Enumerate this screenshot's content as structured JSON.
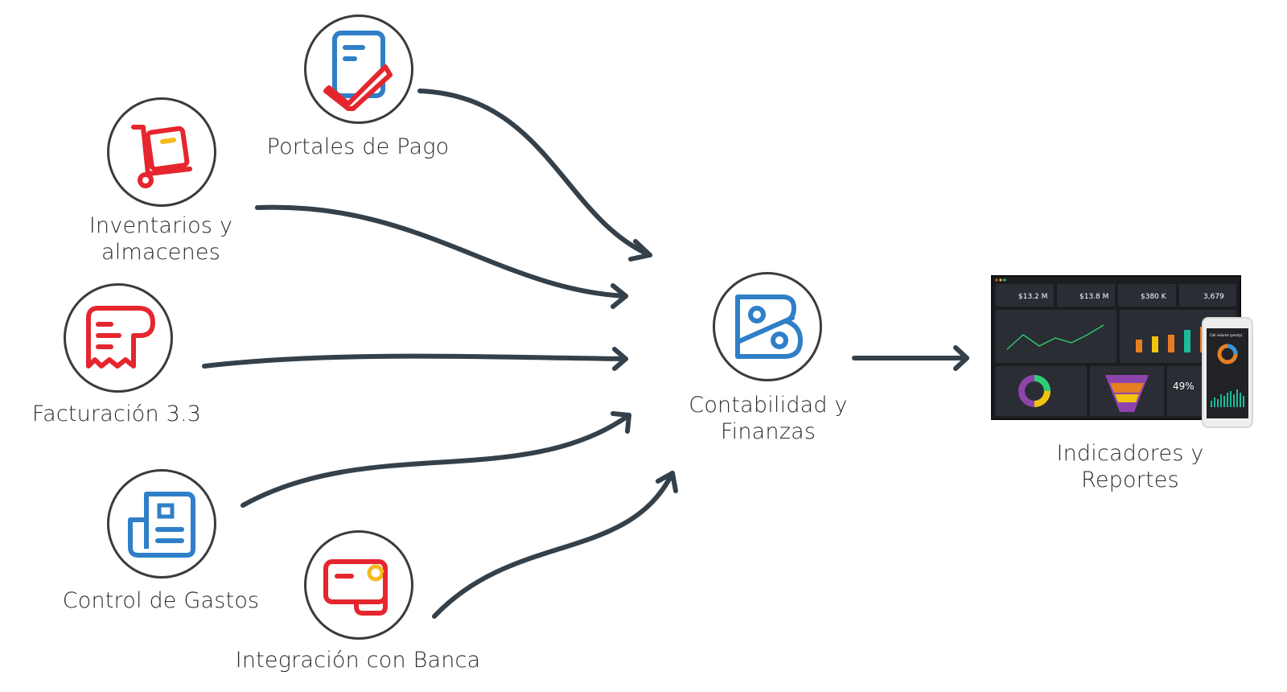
{
  "diagram": {
    "nodes": [
      {
        "id": "portales",
        "label": "Portales de Pago",
        "icon": "document-check-icon"
      },
      {
        "id": "inventarios",
        "label_lines": [
          "Inventarios y",
          "almacenes"
        ],
        "icon": "hand-truck-icon"
      },
      {
        "id": "facturacion",
        "label": "Facturación 3.3",
        "icon": "receipt-scroll-icon"
      },
      {
        "id": "gastos",
        "label": "Control de Gastos",
        "icon": "newspaper-icon"
      },
      {
        "id": "banca",
        "label": "Integración con Banca",
        "icon": "bank-card-icon"
      },
      {
        "id": "contabilidad",
        "label_lines": [
          "Contabilidad y",
          "Finanzas"
        ],
        "icon": "books-logo-icon"
      },
      {
        "id": "indicadores",
        "label_lines": [
          "Indicadores y",
          "Reportes"
        ],
        "icon": "dashboard-screenshot"
      }
    ],
    "edges": [
      {
        "from": "portales",
        "to": "contabilidad"
      },
      {
        "from": "inventarios",
        "to": "contabilidad"
      },
      {
        "from": "facturacion",
        "to": "contabilidad"
      },
      {
        "from": "gastos",
        "to": "contabilidad"
      },
      {
        "from": "banca",
        "to": "contabilidad"
      },
      {
        "from": "contabilidad",
        "to": "indicadores"
      }
    ],
    "colors": {
      "red": "#e5262e",
      "blue": "#2f7fc8",
      "yellow": "#f5b91b",
      "arrow": "#34404a",
      "ring": "#3b3b3b"
    }
  },
  "dashboard": {
    "kpis": [
      "$13.2 M",
      "$13.8 M",
      "$380 K",
      "3,679"
    ],
    "percent": "49%",
    "phone_title": "Call volume (yearly)"
  }
}
